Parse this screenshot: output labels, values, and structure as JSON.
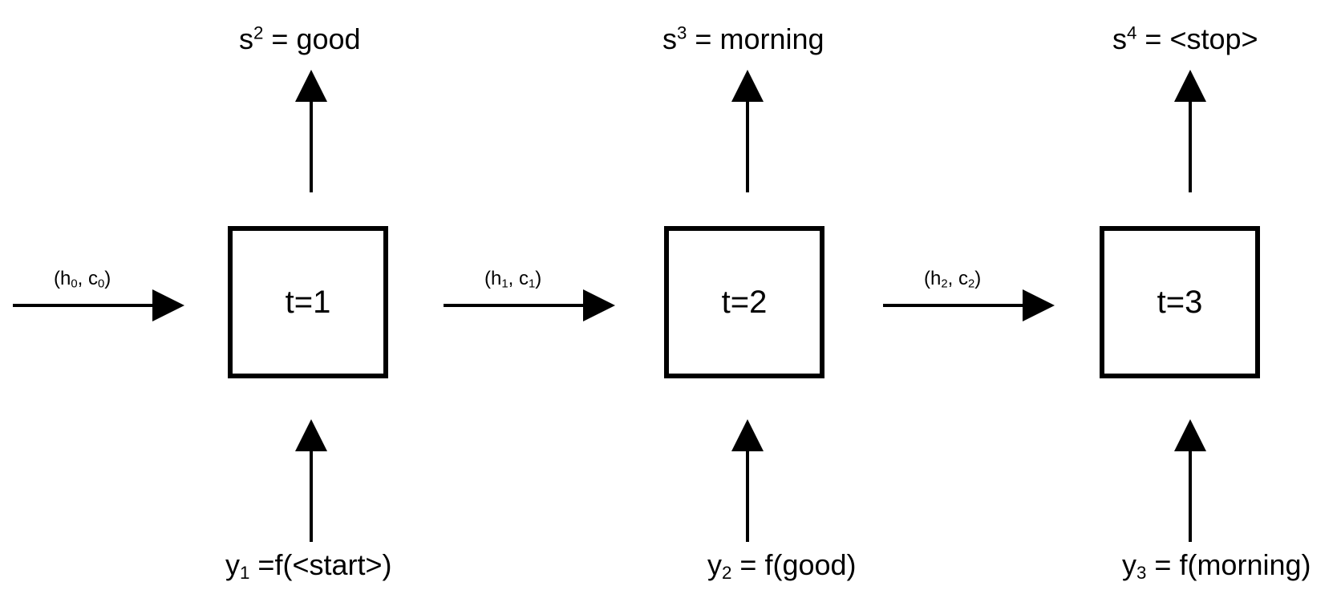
{
  "steps": [
    {
      "time_label": "t=1",
      "output": {
        "base": "s",
        "sup": "2",
        "rest": " = good"
      },
      "input": {
        "base": "y",
        "sub": "1",
        "rest": " =f(<start>)"
      }
    },
    {
      "time_label": "t=2",
      "output": {
        "base": "s",
        "sup": "3",
        "rest": " = morning"
      },
      "input": {
        "base": "y",
        "sub": "2",
        "rest": " = f(good)"
      }
    },
    {
      "time_label": "t=3",
      "output": {
        "base": "s",
        "sup": "4",
        "rest": " = <stop>"
      },
      "input": {
        "base": "y",
        "sub": "3",
        "rest": " = f(morning)"
      }
    }
  ],
  "states": [
    {
      "open": "(h",
      "h_sub": "0",
      "mid": ", c",
      "c_sub": "0",
      "close": ")"
    },
    {
      "open": "(h",
      "h_sub": "1",
      "mid": ", c",
      "c_sub": "1",
      "close": ")"
    },
    {
      "open": "(h",
      "h_sub": "2",
      "mid": ", c",
      "c_sub": "2",
      "close": ")"
    }
  ]
}
